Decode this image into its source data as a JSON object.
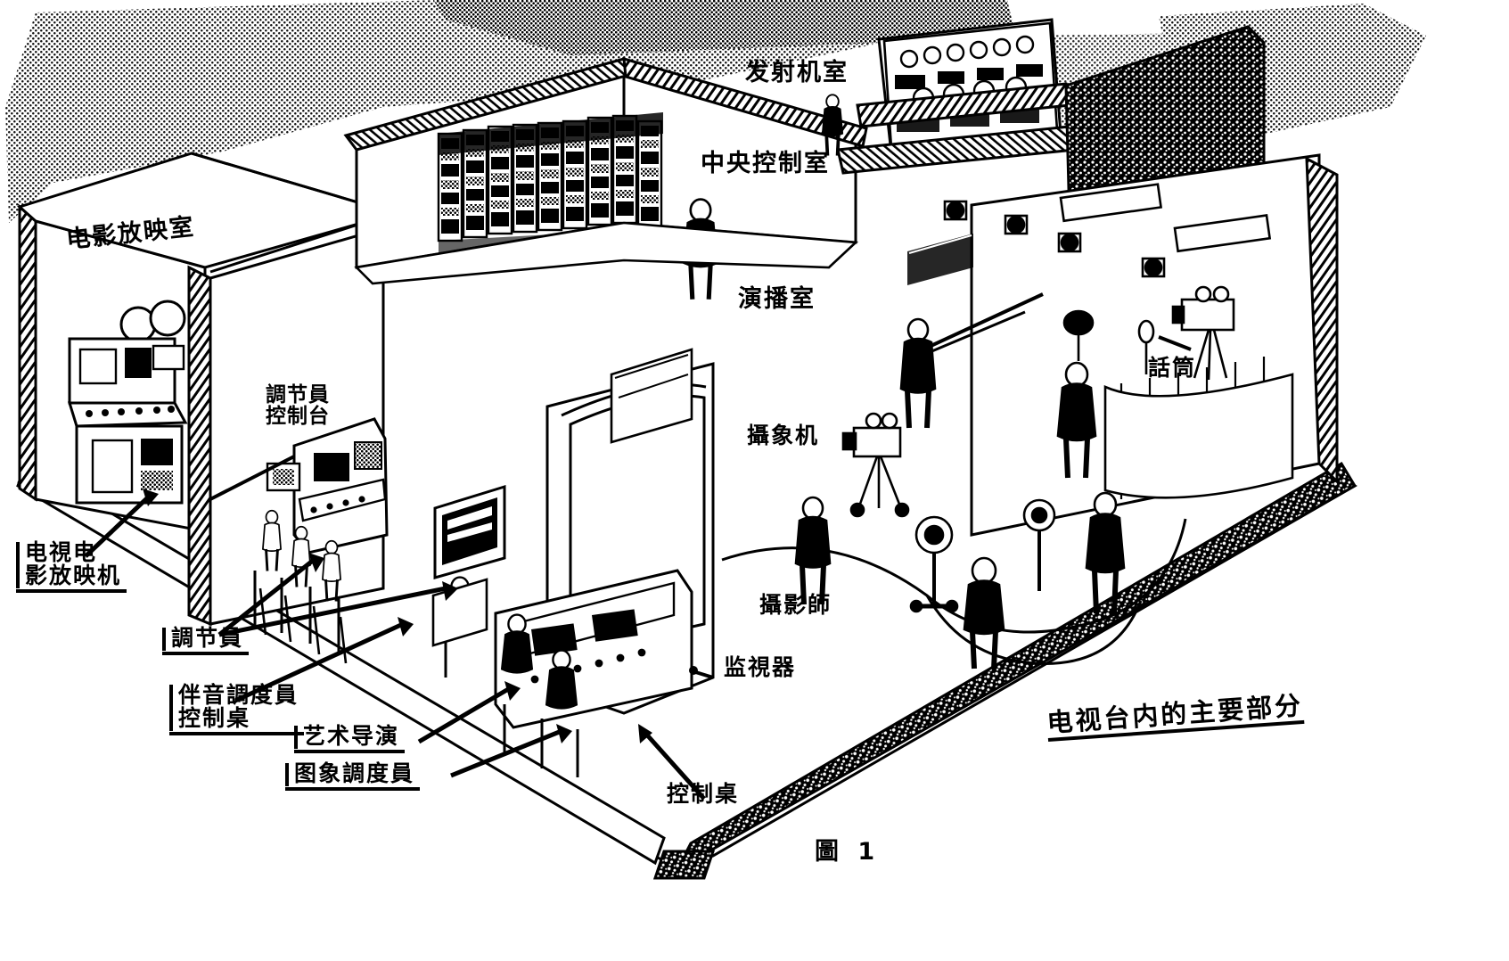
{
  "figure": {
    "number_label": "圖 1",
    "caption": "电视台内的主要部分",
    "subject": "television-station-interior-cutaway"
  },
  "rooms": [
    {
      "id": "film-projection-room",
      "label": "电影放映室"
    },
    {
      "id": "transmitter-room",
      "label": "发射机室"
    },
    {
      "id": "central-control-room",
      "label": "中央控制室"
    },
    {
      "id": "studio",
      "label": "演播室"
    }
  ],
  "callouts": [
    {
      "id": "tv-film-projector",
      "label": "电視电\n影放映机"
    },
    {
      "id": "adjuster",
      "label": "調节員"
    },
    {
      "id": "sound-dispatch-console",
      "label": "伴音調度員\n控制桌"
    },
    {
      "id": "art-director",
      "label": "艺术导演"
    },
    {
      "id": "picture-dispatcher",
      "label": "图象調度員"
    },
    {
      "id": "control-desk",
      "label": "控制桌"
    },
    {
      "id": "monitor",
      "label": "监視器"
    },
    {
      "id": "camera",
      "label": "攝象机"
    },
    {
      "id": "cameraman",
      "label": "攝影師"
    },
    {
      "id": "microphone",
      "label": "話筒"
    },
    {
      "id": "adjust-control-console",
      "label": "調节員\n控制台"
    }
  ],
  "colors": {
    "ink": "#000000",
    "paper": "#ffffff",
    "hatch": "#1a1a1a"
  }
}
